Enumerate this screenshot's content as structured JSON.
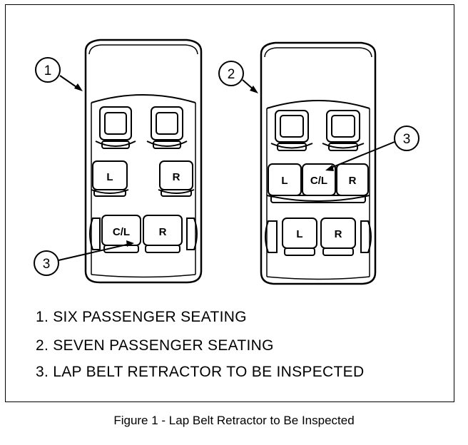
{
  "callouts": {
    "one": "1",
    "two": "2",
    "three": "3"
  },
  "seats": {
    "left": "L",
    "right": "R",
    "center_left": "C/L"
  },
  "legend": {
    "item1": "1. SIX PASSENGER SEATING",
    "item2": "2. SEVEN PASSENGER SEATING",
    "item3": "3. LAP BELT RETRACTOR TO BE INSPECTED"
  },
  "caption": "Figure 1 - Lap Belt Retractor to Be Inspected"
}
